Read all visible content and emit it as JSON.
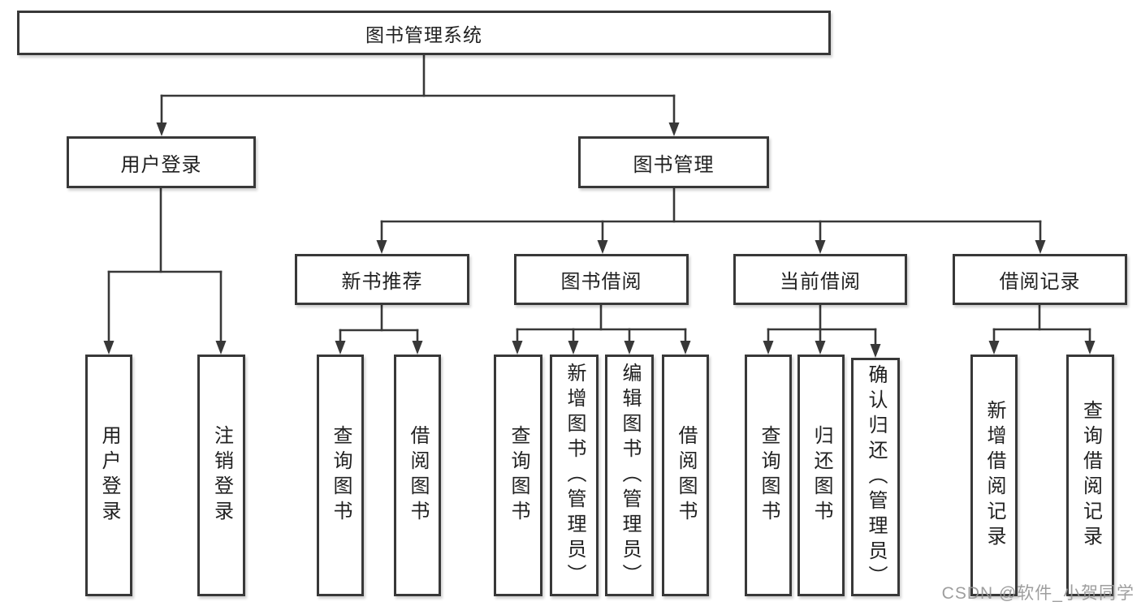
{
  "root": {
    "label": "图书管理系统"
  },
  "branches": [
    {
      "label": "用户登录",
      "children": [
        {
          "label": "用户登录"
        },
        {
          "label": "注销登录"
        }
      ]
    },
    {
      "label": "图书管理",
      "children": [
        {
          "label": "新书推荐",
          "children": [
            {
              "label": "查询图书"
            },
            {
              "label": "借阅图书"
            }
          ]
        },
        {
          "label": "图书借阅",
          "children": [
            {
              "label": "查询图书"
            },
            {
              "label": "新增图书（管理员）"
            },
            {
              "label": "编辑图书（管理员）"
            },
            {
              "label": "借阅图书"
            }
          ]
        },
        {
          "label": "当前借阅",
          "children": [
            {
              "label": "查询图书"
            },
            {
              "label": "归还图书"
            },
            {
              "label": "确认归还（管理员）"
            }
          ]
        },
        {
          "label": "借阅记录",
          "children": [
            {
              "label": "新增借阅记录"
            },
            {
              "label": "查询借阅记录"
            }
          ]
        }
      ]
    }
  ],
  "watermark": "CSDN @软件_小贺同学",
  "colors": {
    "line": "#383838",
    "text": "#212121",
    "background": "#ffffff",
    "watermark": "#949494"
  }
}
